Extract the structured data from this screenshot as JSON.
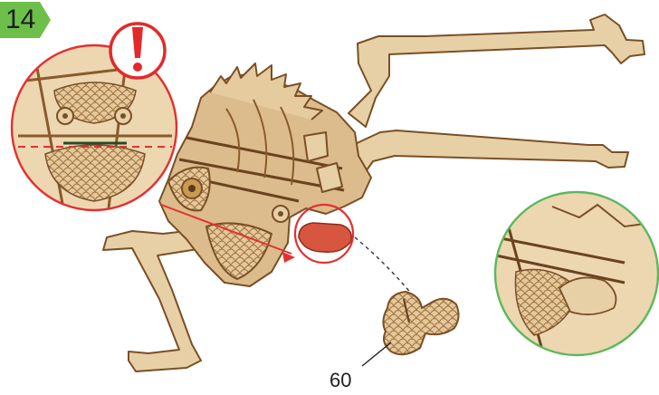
{
  "step": {
    "number": "14"
  },
  "part": {
    "number": "60"
  },
  "icons": {
    "warning": "exclamation-icon",
    "detail_before": "zoom-detail-red",
    "detail_after": "zoom-detail-green"
  },
  "colors": {
    "badge": "#6cc04a",
    "warning": "#e22a2a",
    "highlight_part": "#d8553f",
    "wood_light": "#e7cfa4",
    "wood_mid": "#d4b07a",
    "wood_dark": "#8a5a2b",
    "red_callout": "#e53030",
    "green_callout": "#5cb85c"
  }
}
